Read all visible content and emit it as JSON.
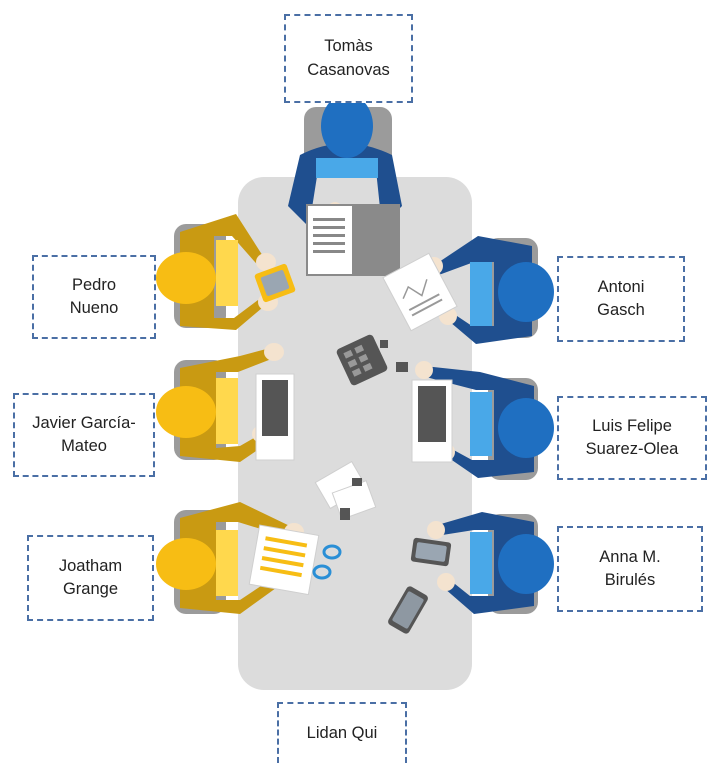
{
  "participants": {
    "top": {
      "line1": "Tomàs",
      "line2": "Casanovas"
    },
    "left_1": {
      "line1": "Pedro",
      "line2": "Nueno"
    },
    "left_2": {
      "line1": "Javier García-",
      "line2": "Mateo"
    },
    "left_3": {
      "line1": "Joatham",
      "line2": "Grange"
    },
    "right_1": {
      "line1": "Antoni",
      "line2": "Gasch"
    },
    "right_2": {
      "line1": "Luis Felipe",
      "line2": "Suarez-Olea"
    },
    "right_3": {
      "line1": "Anna M.",
      "line2": "Birulés"
    },
    "bottom": {
      "line1": "Lidan Qui"
    }
  },
  "colors": {
    "box_border": "#4a6fa5",
    "table": "#dcdcdc",
    "chair": "#9b9b9b",
    "left_shirt": "#c99a12",
    "left_head": "#f7bd14",
    "left_collar": "#ffd84d",
    "right_shirt": "#1f4f8f",
    "right_head": "#1f6fc1",
    "right_collar": "#49a8e8",
    "skin": "#f4e3cf"
  }
}
